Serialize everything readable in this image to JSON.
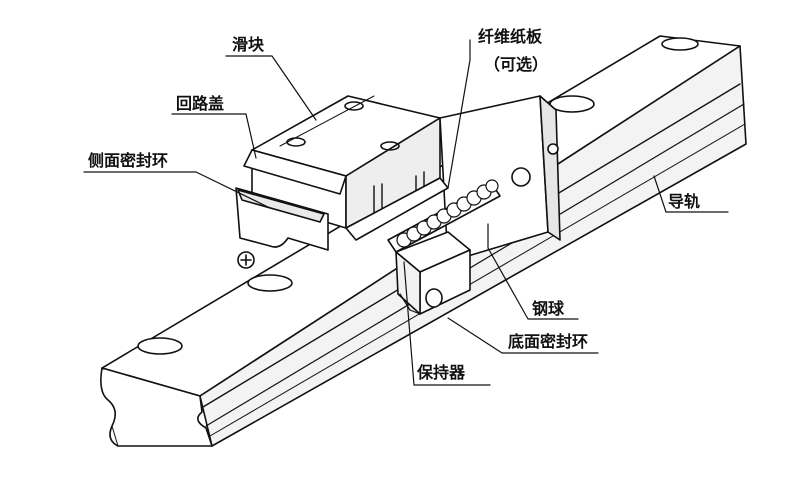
{
  "labels": {
    "slider": "滑块",
    "return_cap": "回路盖",
    "side_seal": "侧面密封环",
    "paper_plate_line1": "纤维纸板",
    "paper_plate_line2": "（可选）",
    "rail": "导轨",
    "steel_ball": "钢球",
    "bottom_seal": "底面密封环",
    "retainer": "保持器"
  }
}
